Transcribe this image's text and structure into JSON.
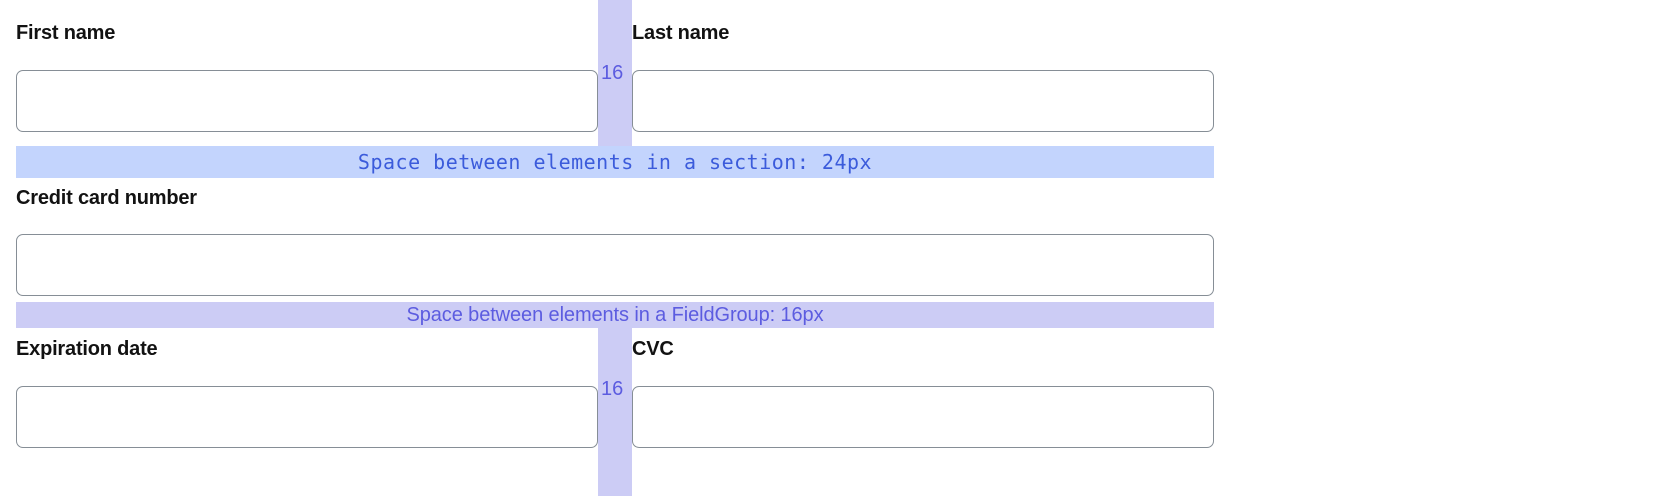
{
  "form": {
    "rows": [
      {
        "id": "name-row",
        "fields": [
          {
            "name": "first-name",
            "label": "First name",
            "value": "",
            "placeholder": ""
          },
          {
            "name": "last-name",
            "label": "Last name",
            "value": "",
            "placeholder": ""
          }
        ],
        "gap_label": "16"
      },
      {
        "id": "card-row",
        "fields": [
          {
            "name": "credit-card-number",
            "label": "Credit card number",
            "value": "",
            "placeholder": ""
          }
        ],
        "gap_label": ""
      },
      {
        "id": "expiry-row",
        "fields": [
          {
            "name": "expiration-date",
            "label": "Expiration date",
            "value": "",
            "placeholder": ""
          },
          {
            "name": "cvc",
            "label": "CVC",
            "value": "",
            "placeholder": ""
          }
        ],
        "gap_label": "16"
      }
    ]
  },
  "annotations": {
    "section_gap": {
      "text": "Space between elements in a section: 24px",
      "value": "24px",
      "band_color": "#c3d4fd",
      "text_color": "#3b5bdb"
    },
    "fieldgroup_gap": {
      "text": "Space between elements in a FieldGroup: 16px",
      "value": "16px",
      "band_color": "#ccccf5",
      "text_color": "#5c5ce0"
    },
    "column_gap": {
      "label": "16",
      "column_color": "#ccccf5",
      "text_color": "#5c5ce0"
    }
  },
  "colors": {
    "page_background": "#ffffff",
    "input_border": "#868e96",
    "input_background": "#ffffff",
    "label_text": "#121212"
  }
}
